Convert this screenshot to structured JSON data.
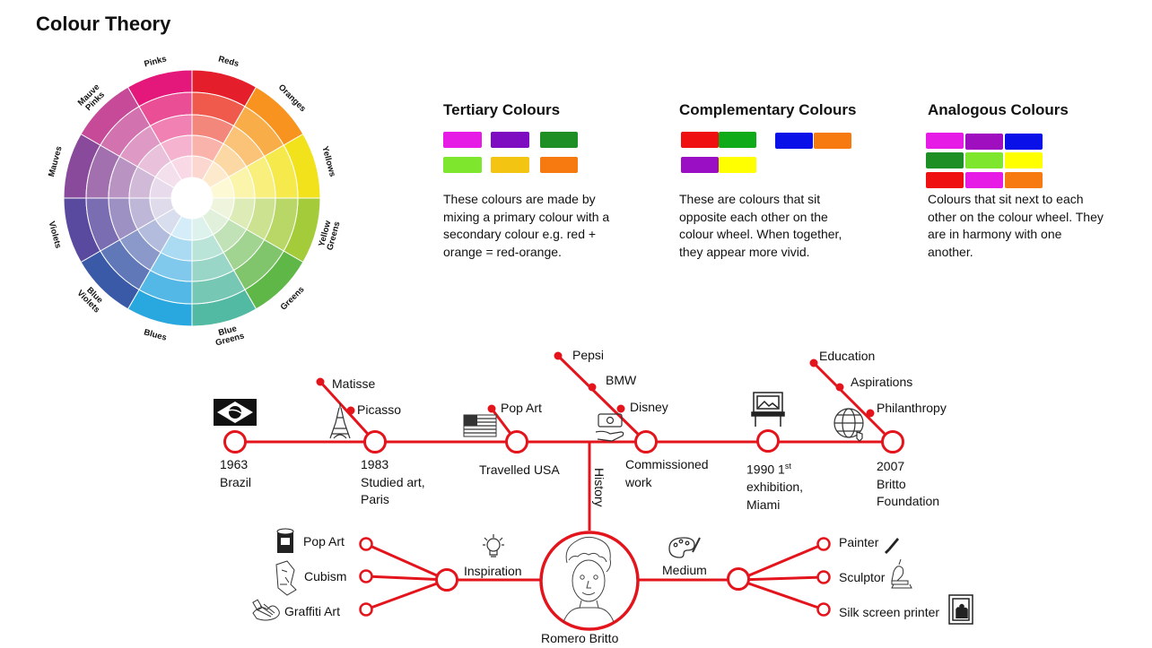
{
  "page": {
    "title": "Colour Theory"
  },
  "wheel": {
    "segments": [
      {
        "label": "Reds",
        "rings": [
          "#e51e2b",
          "#ef5a4d",
          "#f4877c",
          "#f9b3aa",
          "#fcd7cf"
        ]
      },
      {
        "label": "Oranges",
        "rings": [
          "#f7931e",
          "#f9ad48",
          "#fbc377",
          "#fcd8a4",
          "#fde9cc"
        ]
      },
      {
        "label": "Yellows",
        "rings": [
          "#f1e21c",
          "#f5e94c",
          "#f8ef7d",
          "#fbf4ab",
          "#fdf9d5"
        ]
      },
      {
        "label": "Yellow Greens",
        "rings": [
          "#a3cb3a",
          "#b9d767",
          "#cde290",
          "#ddecb6",
          "#eef5dc"
        ]
      },
      {
        "label": "Greens",
        "rings": [
          "#5fb748",
          "#80c56c",
          "#a1d391",
          "#c1e2b6",
          "#e0f0db"
        ]
      },
      {
        "label": "Blue Greens",
        "rings": [
          "#52b9a2",
          "#76c7b4",
          "#99d6c7",
          "#bbe4d9",
          "#ddf2ec"
        ]
      },
      {
        "label": "Blues",
        "rings": [
          "#29a8e0",
          "#54b8e6",
          "#80c9ed",
          "#abdbf3",
          "#d5edf9"
        ]
      },
      {
        "label": "Blue Violets",
        "rings": [
          "#3a5aa8",
          "#6178b8",
          "#8a99ca",
          "#b3bcdc",
          "#d9deee"
        ]
      },
      {
        "label": "Violets",
        "rings": [
          "#5a4a9f",
          "#7b6db1",
          "#9d91c4",
          "#bfb7d8",
          "#dfdbeb"
        ]
      },
      {
        "label": "Mauves",
        "rings": [
          "#8a4a9c",
          "#a26faf",
          "#b994c3",
          "#d1b9d8",
          "#e8dcec"
        ]
      },
      {
        "label": "Mauve Pinks",
        "rings": [
          "#c64a98",
          "#d272ae",
          "#de9ac5",
          "#e9c1db",
          "#f4e0ed"
        ]
      },
      {
        "label": "Pinks",
        "rings": [
          "#e4187a",
          "#ea4e95",
          "#f081b2",
          "#f5b3cf",
          "#fad9e7"
        ]
      }
    ]
  },
  "sections": {
    "tertiary": {
      "title": "Tertiary Colours",
      "swatches": [
        "#e61ce6",
        "#7e0cc0",
        "#1e8f24",
        "#7ee62c",
        "#f3c512",
        "#f77a10"
      ],
      "description": [
        "These colours are made by",
        "mixing a primary colour with a",
        "secondary colour e.g. red +",
        "orange = red-orange."
      ]
    },
    "complementary": {
      "title": "Complementary Colours",
      "swatches": [
        "#ef1111",
        "#10ab18",
        "#0a10e8",
        "#f77a10",
        "#9a0fc4",
        "#ffff00"
      ],
      "description": [
        "These are colours that sit",
        "opposite each other on the",
        "colour wheel. When together,",
        "they appear more vivid."
      ]
    },
    "analogous": {
      "title": "Analogous Colours",
      "swatches": [
        "#e61ce6",
        "#9f0fbf",
        "#0a10e8",
        "#1e8f24",
        "#7ee62c",
        "#ffff00",
        "#ef1111",
        "#e61ce6",
        "#f77a10"
      ],
      "description": [
        "Colours that sit next to each",
        "other on the colour wheel. They",
        "are in harmony with one",
        "another."
      ]
    }
  },
  "timeline": {
    "nodes": [
      {
        "lines": [
          "1963",
          "Brazil"
        ]
      },
      {
        "lines": [
          "1983",
          "Studied art,",
          "Paris"
        ]
      },
      {
        "lines": [
          "Travelled USA"
        ]
      },
      {
        "lines": [
          "Commissioned",
          "work"
        ]
      },
      {
        "lines": [
          "1990 1",
          "st",
          "exhibition,",
          "Miami"
        ]
      },
      {
        "lines": [
          "2007",
          "Britto",
          "Foundation"
        ]
      }
    ],
    "branches": {
      "paris": [
        "Matisse",
        "Picasso"
      ],
      "usa": [
        "Pop Art"
      ],
      "commissioned": [
        "Pepsi",
        "BMW",
        "Disney"
      ],
      "foundation": [
        "Education",
        "Aspirations",
        "Philanthropy"
      ]
    },
    "history_label": "History"
  },
  "artist": {
    "name": "Romero Britto",
    "inspiration": {
      "label": "Inspiration",
      "items": [
        "Pop Art",
        "Cubism",
        "Graffiti Art"
      ]
    },
    "medium": {
      "label": "Medium",
      "items": [
        "Painter",
        "Sculptor",
        "Silk screen printer"
      ]
    }
  },
  "icons": [
    "brazil-flag-icon",
    "eiffel-tower-icon",
    "usa-flag-icon",
    "money-hand-icon",
    "framed-picture-icon",
    "globe-icon",
    "lightbulb-icon",
    "palette-icon",
    "paint-can-icon",
    "cubist-face-icon",
    "graffiti-spray-icon",
    "paintbrush-icon",
    "sculpture-icon",
    "screen-print-icon"
  ],
  "colors": {
    "accent": "#e3141b"
  }
}
